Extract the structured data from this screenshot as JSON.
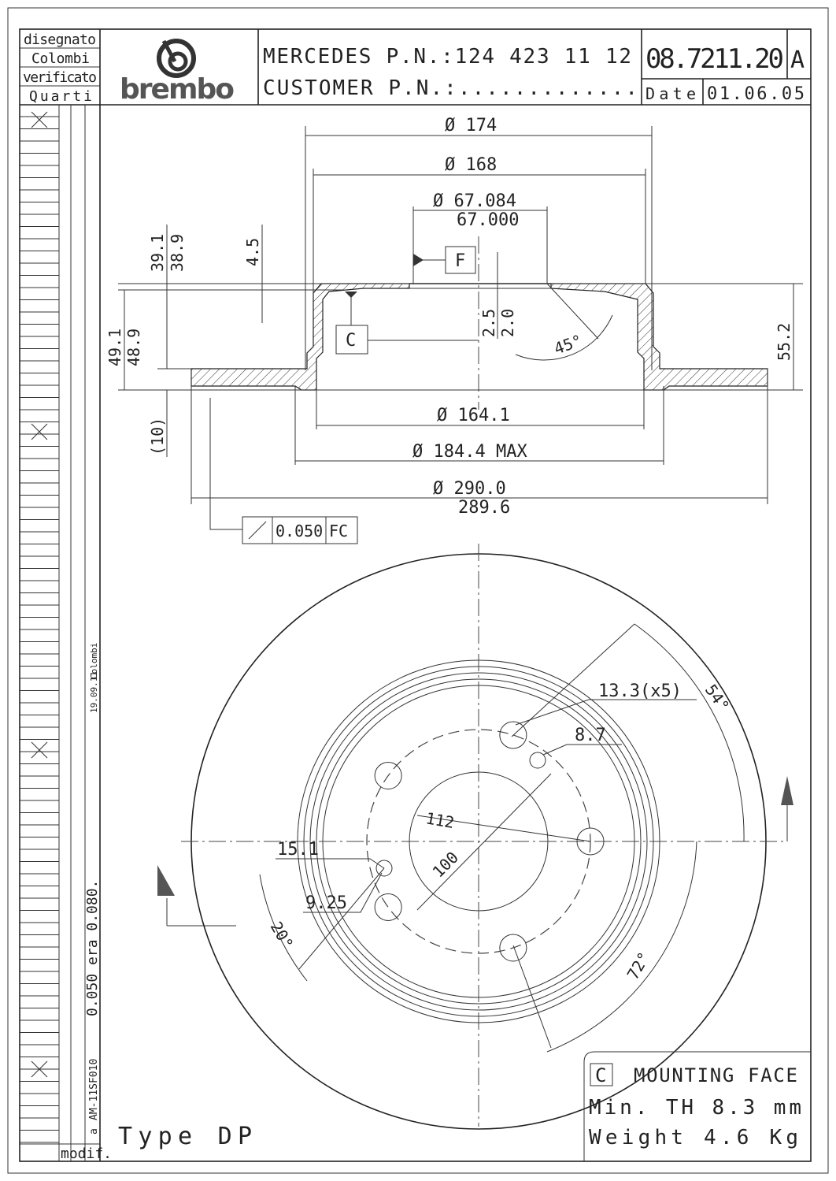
{
  "title_block": {
    "drawn_label": "disegnato",
    "drawn_by": "Colombi",
    "checked_label": "verificato",
    "checked_by": "Quarti",
    "logo_text": "brembo",
    "oem_pn": "MERCEDES P.N.:124 423 11 12",
    "customer_pn": "CUSTOMER P.N.:.............",
    "part_number": "08.7211.20",
    "revision": "A",
    "date_label": "Date",
    "date": "01.06.05"
  },
  "revisions": {
    "modif_label": "modif.",
    "rev_letter": "a",
    "rev_ref": "AM-11SF010",
    "rev_text": "0.050 era 0.080.",
    "rev_date": "19.09.11",
    "rev_author": "Colombi"
  },
  "section_dims": {
    "d174": "Ø 174",
    "d168": "Ø 168",
    "d67_max": "Ø 67.084",
    "d67_min": "67.000",
    "datum_f": "F",
    "datum_c": "C",
    "h39_1": "39.1",
    "h38_9": "38.9",
    "h4_5": "4.5",
    "h49_1": "49.1",
    "h48_9": "48.9",
    "h10": "(10)",
    "h2_5": "2.5",
    "h2_0": "2.0",
    "angle45": "45°",
    "h55_2": "55.2",
    "d164_1": "Ø 164.1",
    "d184_4": "Ø 184.4 MAX",
    "d290": "Ø 290.0",
    "d289_6": "289.6",
    "runout_value": "0.050",
    "runout_datums": "FC"
  },
  "plan_dims": {
    "hole_dia": "13.3(x5)",
    "angle54": "54°",
    "small_hole": "8.7",
    "pcd": "112",
    "bore": "100",
    "d15_1": "15.1",
    "d9_25": "9.25",
    "angle20": "20°",
    "angle72": "72°"
  },
  "notes": {
    "datum_c": "C",
    "mounting_face": "MOUNTING FACE",
    "min_th": "Min. TH 8.3 mm",
    "weight": "Weight 4.6 Kg",
    "type": "Type DP"
  }
}
